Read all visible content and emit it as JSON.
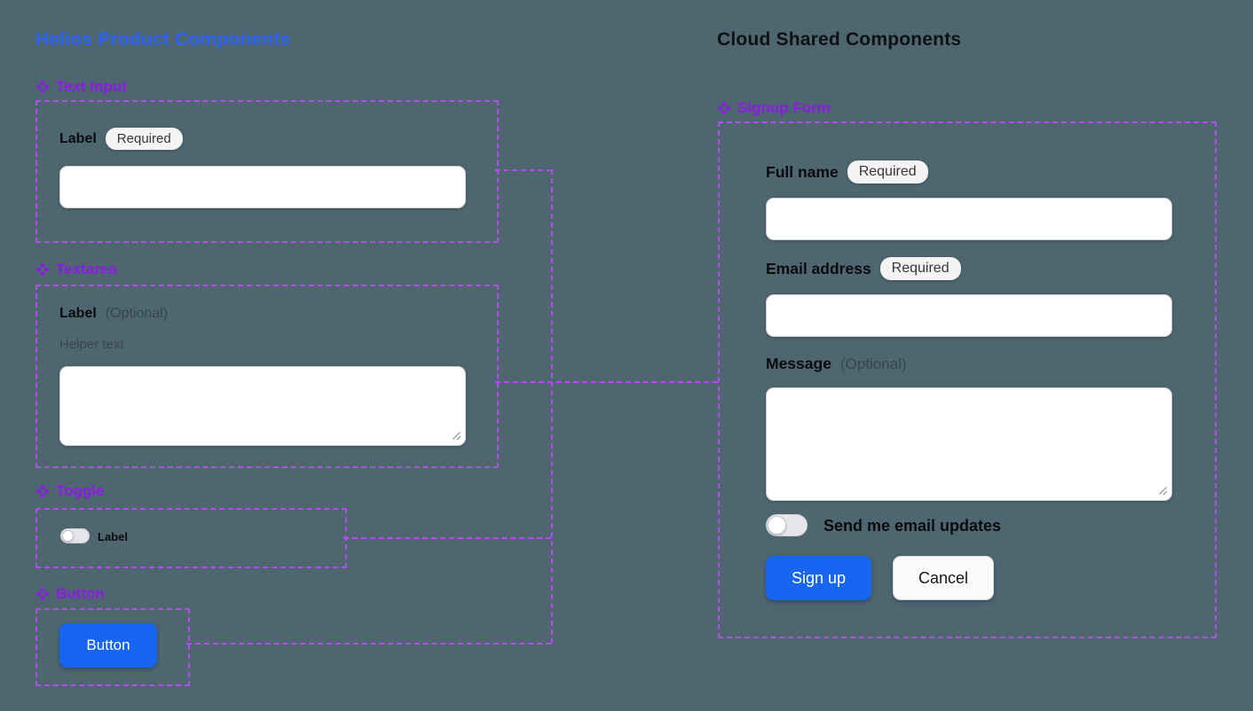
{
  "colors": {
    "canvas_background": "#4E6670",
    "left_title_blue": "#2B63F5",
    "right_title_dark": "#101114",
    "component_purple": "#8C1BE4",
    "dashed_outline_purple": "#B44BF0",
    "primary_button_blue": "#1765F0",
    "badge_background": "#F4F4F5"
  },
  "left": {
    "title": "Helios Product Components",
    "text_input": {
      "heading": "Text Input",
      "label": "Label",
      "badge": "Required",
      "value": ""
    },
    "textarea": {
      "heading": "Textarea",
      "label": "Label",
      "optional": "(Optional)",
      "helper": "Helper text",
      "value": ""
    },
    "toggle": {
      "heading": "Toggle",
      "label": "Label",
      "state": "off"
    },
    "button": {
      "heading": "Button",
      "label": "Button"
    }
  },
  "right": {
    "title": "Cloud Shared Components",
    "form": {
      "heading": "Signup Form",
      "full_name": {
        "label": "Full name",
        "badge": "Required",
        "value": ""
      },
      "email": {
        "label": "Email address",
        "badge": "Required",
        "value": ""
      },
      "message": {
        "label": "Message",
        "optional": "(Optional)",
        "value": ""
      },
      "toggle_label": "Send me email updates",
      "toggle_state": "off",
      "submit_label": "Sign up",
      "cancel_label": "Cancel"
    }
  }
}
